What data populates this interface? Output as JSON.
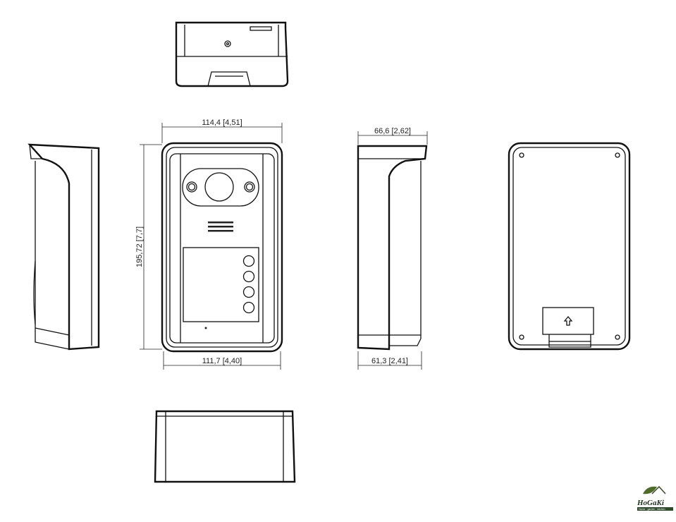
{
  "dimensions": {
    "front_width_top": "114,4  [4,51]",
    "front_width_bottom": "111,7  [4,40]",
    "front_height": "195,72  [7,7]",
    "side_depth_top": "66,6  [2,62]",
    "side_depth_bottom": "61,3  [2,41]"
  },
  "logo": {
    "name": "HoGaKi",
    "tagline": "Home · garden · kitchen",
    "colors": {
      "leaf": "#4f6b2a",
      "text": "#1e2f1e"
    }
  }
}
